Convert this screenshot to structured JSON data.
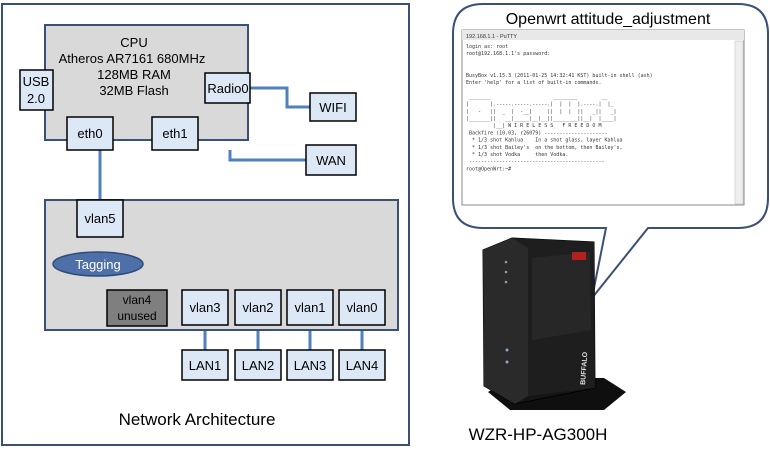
{
  "architecture": {
    "caption": "Network Architecture",
    "cpu": {
      "lines": [
        "CPU",
        "Atheros AR7161  680MHz",
        "128MB  RAM",
        "32MB  Flash"
      ]
    },
    "usb": [
      "USB",
      "2.0"
    ],
    "radio": "Radio0",
    "wifi": "WIFI",
    "eth0": "eth0",
    "eth1": "eth1",
    "wan": "WAN",
    "vlan5": "vlan5",
    "tagging": "Tagging",
    "vlan4": [
      "vlan4",
      "unused"
    ],
    "vlans": [
      "vlan3",
      "vlan2",
      "vlan1",
      "vlan0"
    ],
    "lans": [
      "LAN1",
      "LAN2",
      "LAN3",
      "LAN4"
    ]
  },
  "callout": {
    "title": "Openwrt attitude_adjustment",
    "terminal": {
      "window_title": "192.168.1.1 - PuTTY",
      "lines": [
        "login as: root",
        "root@192.168.1.1's password:",
        "",
        "",
        "BusyBox v1.15.3 (2011-01-25 14:32:41 KST) built-in shell (ash)",
        "Enter 'help' for a list of built-in commands.",
        "",
        " _______                     ________        __",
        "|       |.-----.-----.-----.|  |  |  |.----.|  |_",
        "|   -   ||  _  |  -__|     ||  |  |  ||   _||   _|",
        "|_______||   __|_____|__|__||________||__|  |____|",
        "         |__| W I R E L E S S   F R E E D O M",
        " Backfire (10.03, r26079) ---------------------",
        "  * 1/3 shot Kahlua    In a shot glass, layer Kahlua",
        "  * 1/3 shot Bailey's  on the bottom, then Bailey's,",
        "  * 1/3 shot Vodka     then Vodka.",
        " ---------------------------------------------",
        "root@OpenWrt:~#"
      ]
    }
  },
  "device": {
    "model": "WZR-HP-AG300H",
    "brand": "BUFFALO"
  },
  "colors": {
    "link": "#4f81bd",
    "box_fill": "#dde8f6",
    "box_stroke": "#000000",
    "panel_fill": "#d9d9d9",
    "panel_stroke": "#3c4f75",
    "tag_fill": "#4f6fa8",
    "unused_fill": "#7f7f7f",
    "device_body": "#151515"
  }
}
